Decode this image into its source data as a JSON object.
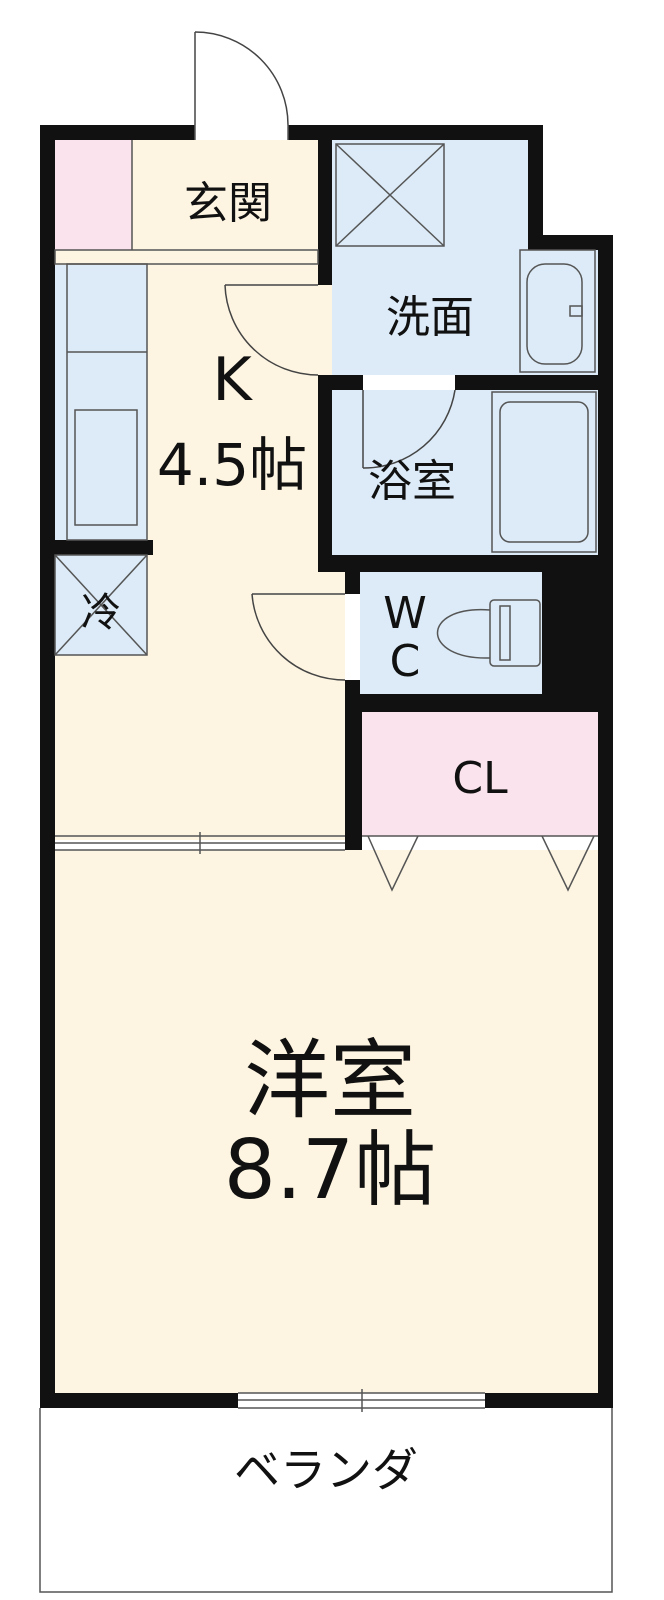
{
  "rooms": {
    "entrance": "玄関",
    "washroom": "洗面",
    "kitchen_name": "K",
    "kitchen_size": "4.5帖",
    "bathroom": "浴室",
    "fridge": "冷",
    "wc_top": "W",
    "wc_bottom": "C",
    "closet": "CL",
    "western_name": "洋室",
    "western_size": "8.7帖",
    "veranda": "ベランダ"
  },
  "colors": {
    "floor_wood": "#fdf5e2",
    "water_area": "#dcebf7",
    "entrance_tile": "#fae3ec",
    "closet": "#fae3ec",
    "wall": "#111111"
  }
}
